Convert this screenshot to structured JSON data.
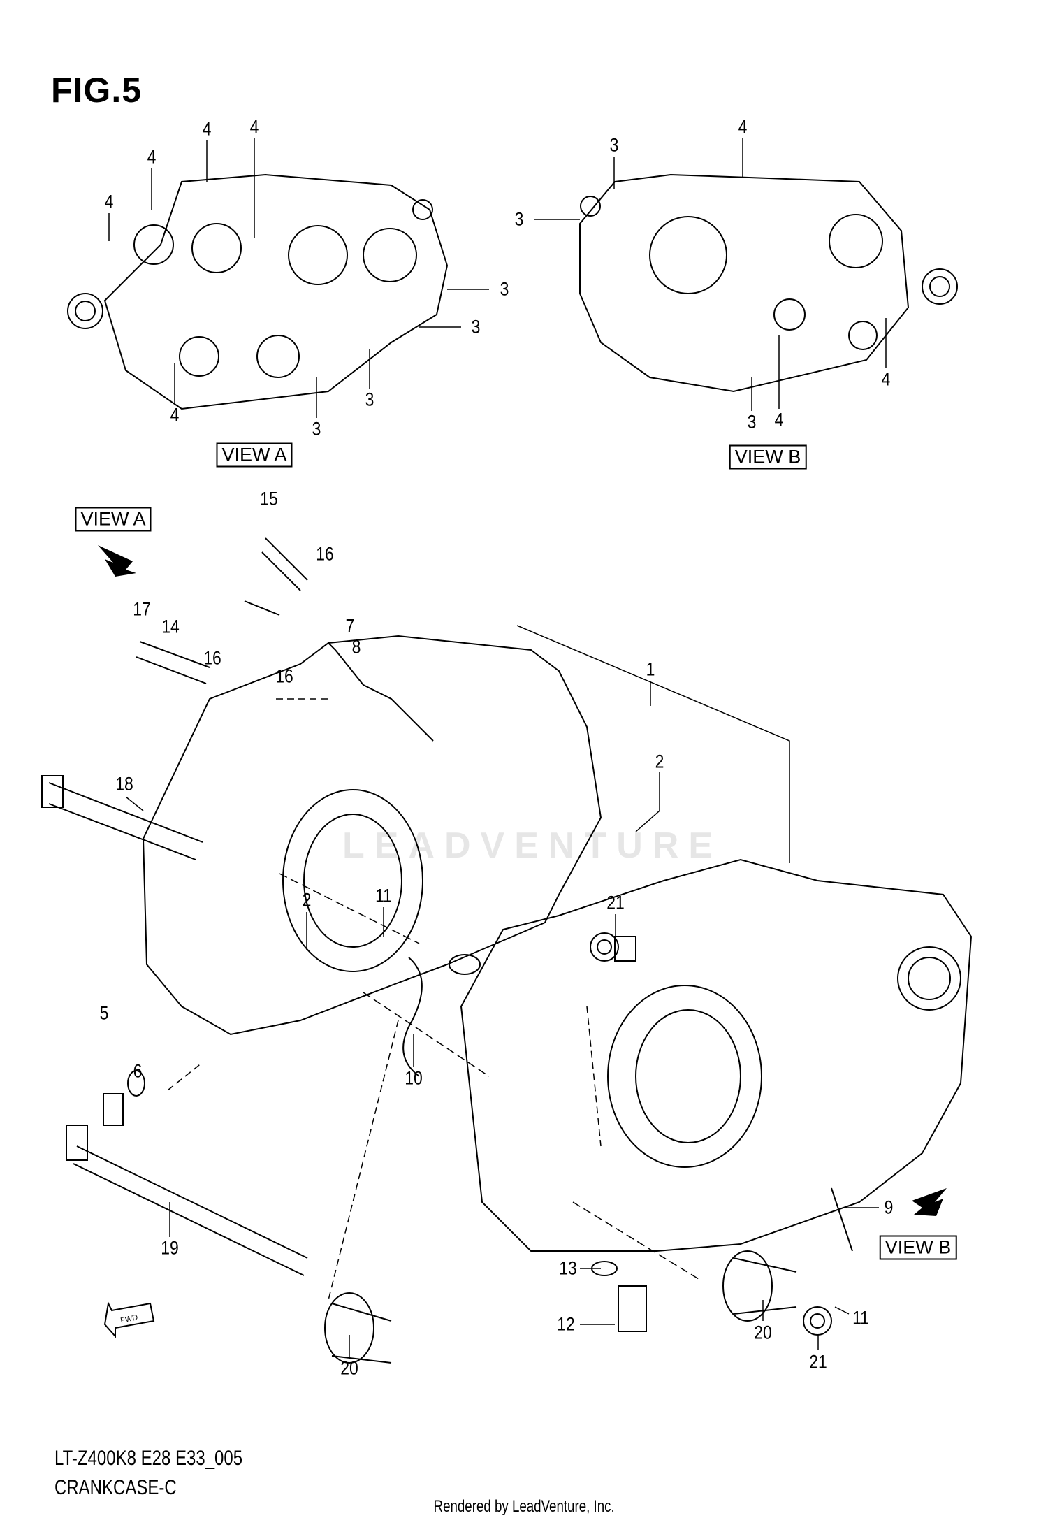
{
  "figure_title": "FIG.5",
  "view_labels": {
    "view_a": "VIEW A",
    "view_b": "VIEW B"
  },
  "watermark": "LEADVENTURE",
  "callouts_view_a": [
    "4",
    "4",
    "4",
    "4",
    "4",
    "3",
    "3",
    "3",
    "3"
  ],
  "callouts_view_b": [
    "3",
    "3",
    "3",
    "4",
    "4",
    "4"
  ],
  "callouts_main": [
    "15",
    "16",
    "7",
    "8",
    "16",
    "17",
    "14",
    "16",
    "1",
    "2",
    "18",
    "2",
    "11",
    "21",
    "5",
    "6",
    "10",
    "9",
    "13",
    "12",
    "11",
    "20",
    "21",
    "19",
    "20"
  ],
  "direction_label": "FWD",
  "footer": {
    "model_code": "LT-Z400K8 E28 E33_005",
    "section": "CRANKCASE-C",
    "rendered_by": "Rendered by LeadVenture, Inc."
  }
}
